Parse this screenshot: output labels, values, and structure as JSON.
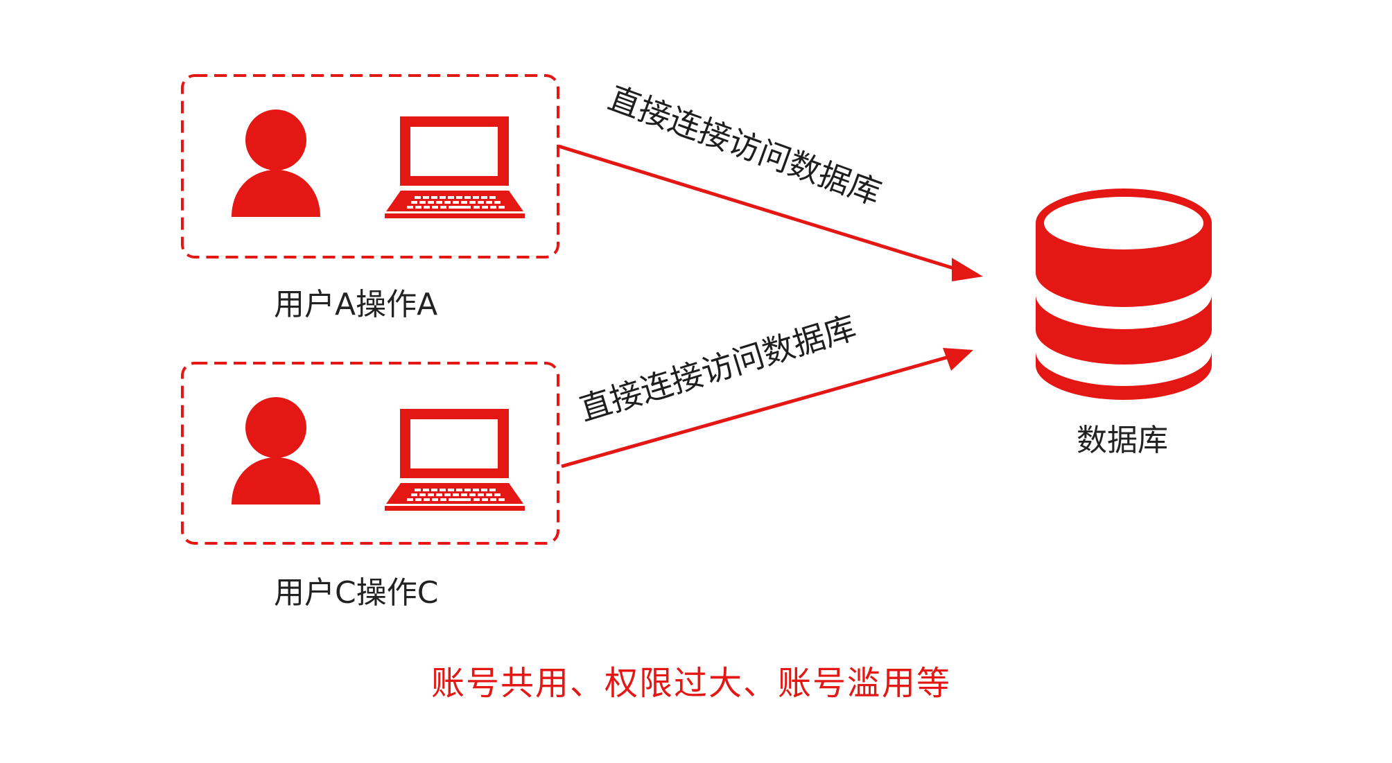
{
  "colors": {
    "accent": "#e41714",
    "text": "#222222",
    "background": "#ffffff"
  },
  "users": [
    {
      "label": "用户A操作A",
      "icons": [
        "person-icon",
        "laptop-icon"
      ]
    },
    {
      "label": "用户C操作C",
      "icons": [
        "person-icon",
        "laptop-icon"
      ]
    }
  ],
  "connections": [
    {
      "from": "用户A操作A",
      "to": "数据库",
      "label": "直接连接访问数据库"
    },
    {
      "from": "用户C操作C",
      "to": "数据库",
      "label": "直接连接访问数据库"
    }
  ],
  "database": {
    "label": "数据库",
    "icon": "database-icon"
  },
  "footer": {
    "text": "账号共用、权限过大、账号滥用等"
  }
}
